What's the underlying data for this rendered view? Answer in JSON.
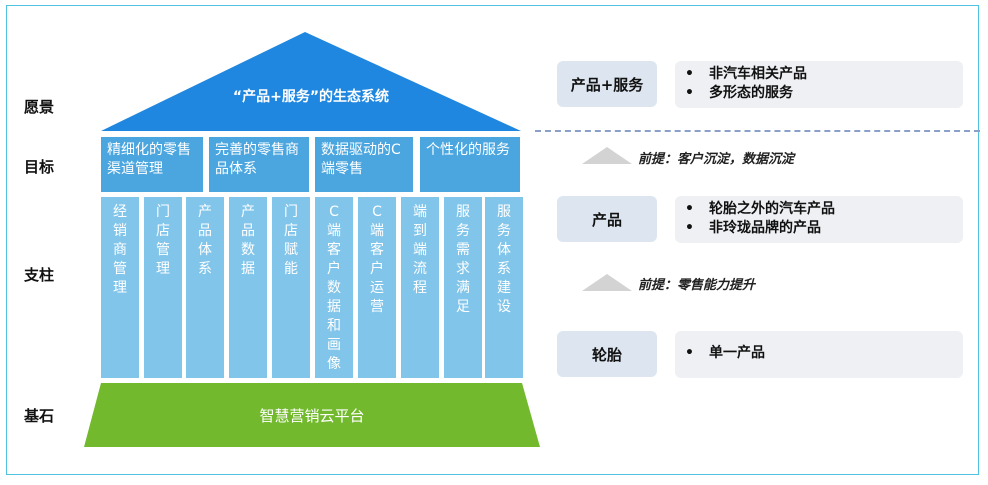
{
  "row_labels": {
    "vision": "愿景",
    "goal": "目标",
    "pillar": "支柱",
    "foundation": "基石"
  },
  "roof": {
    "text": "“产品+服务”的生态系统",
    "color": "#1f87e0"
  },
  "goals": [
    "精细化的零售渠道管理",
    "完善的零售商品体系",
    "数据驱动的C端零售",
    "个性化的服务"
  ],
  "pillars": [
    "经销商管理",
    "门店管理",
    "产品体系",
    "产品数据",
    "门店赋能",
    "C端客户数据和画像",
    "C端客户运营",
    "端到端流程",
    "服务需求满足",
    "服务体系建设"
  ],
  "foundation": {
    "text": "智慧营销云平台",
    "color": "#72b92e"
  },
  "stages": [
    {
      "tag": "产品+服务",
      "items": [
        "非汽车相关产品",
        "多形态的服务"
      ]
    },
    {
      "tag": "产品",
      "items": [
        "轮胎之外的汽车产品",
        "非玲珑品牌的产品"
      ]
    },
    {
      "tag": "轮胎",
      "items": [
        "单一产品"
      ]
    }
  ],
  "premises": [
    "前提：客户沉淀，数据沉淀",
    "前提：零售能力提升"
  ],
  "bullet": "•"
}
